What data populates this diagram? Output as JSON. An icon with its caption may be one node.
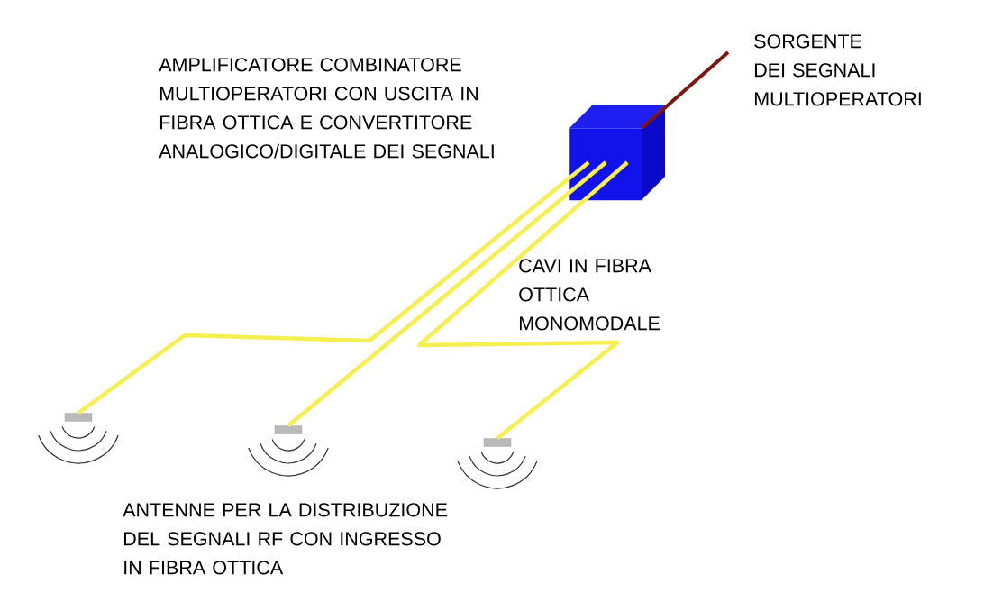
{
  "diagram": {
    "nodes": [
      {
        "text": [],
        "shape": "box"
      },
      {
        "text": [
          "SORGENTE DEI SEGNALI MULTIOPERATORI"
        ]
      },
      {
        "text": [],
        "shape": "antenna"
      },
      {
        "text": [],
        "shape": "antenna"
      },
      {
        "text": [],
        "shape": "antenna"
      }
    ],
    "edges": [
      {
        "from": 1,
        "to": 0,
        "arrow": "none",
        "color": "#7a1510"
      },
      {
        "from": 0,
        "to": 2,
        "arrow": "none"
      },
      {
        "from": 0,
        "to": 3,
        "arrow": "none"
      },
      {
        "from": 0,
        "to": 4,
        "arrow": "none"
      }
    ],
    "labels": [
      "AMPLIFICATORE COMBINATORE MULTIOPERATORI CON USCITA IN FIBRA OTTICA E CONVERTITORE ANALOGICO/DIGITALE DEI SEGNALI",
      "CAVI IN FIBRA OTTICA MONOMODALE",
      "ANTENNE PER LA DISTRIBUZIONE DEL SEGNALI RF CON INGRESSO IN FIBRA OTTICA"
    ]
  }
}
